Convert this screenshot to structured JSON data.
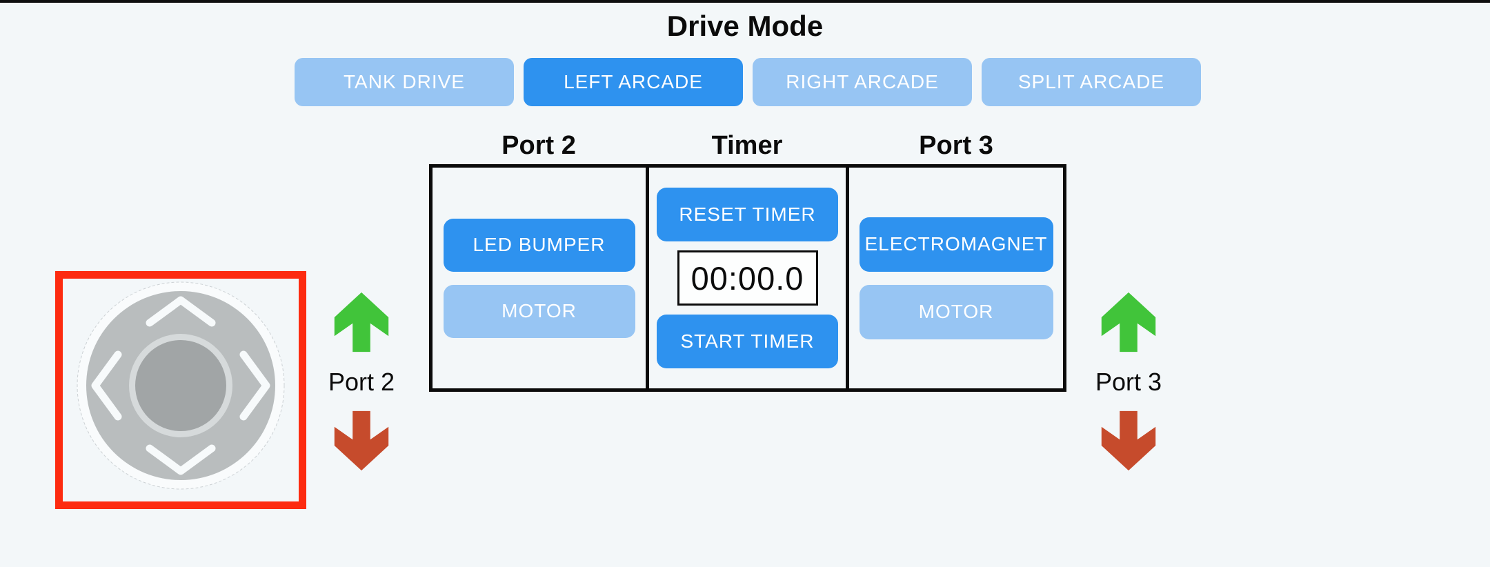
{
  "page": {
    "title": "Drive Mode"
  },
  "colors": {
    "page_bg": "#f3f7f9",
    "top_bar": "#0f0f0f",
    "accent_blue": "#2e92ef",
    "light_blue": "#97c5f3",
    "button_text": "#ffffff",
    "table_border": "#0b0b0b",
    "timer_bg": "#fdfefe",
    "frame_red": "#fd2b10",
    "arrow_green": "#41c43a",
    "arrow_red": "#c64b2c",
    "pad_gray": "#b9bdbe",
    "knob_gray": "#a1a5a6",
    "ring_gray": "#d6dadb"
  },
  "drive_mode": {
    "label": "Drive Mode",
    "buttons": [
      {
        "label": "TANK DRIVE",
        "active": false
      },
      {
        "label": "LEFT ARCADE",
        "active": true
      },
      {
        "label": "RIGHT ARCADE",
        "active": false
      },
      {
        "label": "SPLIT ARCADE",
        "active": false
      }
    ]
  },
  "control_table": {
    "columns": [
      {
        "header": "Port 2",
        "buttons": [
          {
            "label": "LED BUMPER",
            "active": true
          },
          {
            "label": "MOTOR",
            "active": false
          }
        ]
      },
      {
        "header": "Timer",
        "reset_label": "RESET TIMER",
        "display_value": "00:00.0",
        "start_label": "START TIMER"
      },
      {
        "header": "Port 3",
        "buttons": [
          {
            "label": "ELECTROMAGNET",
            "active": true
          },
          {
            "label": "MOTOR",
            "active": false
          }
        ]
      }
    ]
  },
  "joystick": {
    "chevrons": [
      "up",
      "left",
      "right",
      "down"
    ]
  },
  "port_indicators": [
    {
      "label": "Port 2",
      "up_icon": "green-up-arrow",
      "down_icon": "red-down-arrow"
    },
    {
      "label": "Port 3",
      "up_icon": "green-up-arrow",
      "down_icon": "red-down-arrow"
    }
  ]
}
